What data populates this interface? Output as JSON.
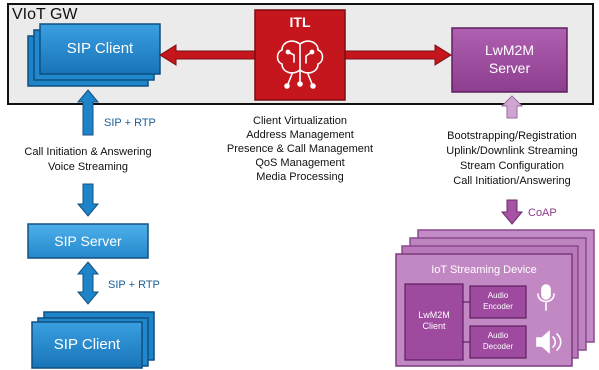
{
  "gateway": {
    "title": "VIoT GW"
  },
  "left_top": {
    "sip_client_label": "SIP Client"
  },
  "itl": {
    "label": "ITL"
  },
  "server": {
    "label_line1": "LwM2M",
    "label_line2": "Server"
  },
  "left_middle": {
    "protocol_label_top": "SIP + RTP",
    "functions": [
      "Call Initiation & Answering",
      "Voice Streaming"
    ]
  },
  "itl_functions": [
    "Client Virtualization",
    "Address Management",
    "Presence & Call Management",
    "QoS Management",
    "Media Processing"
  ],
  "server_functions": [
    "Bootstrapping/Registration",
    "Uplink/Downlink Streaming",
    "Stream Configuration",
    "Call Initiation/Answering"
  ],
  "coap_label": "CoAP",
  "left_bottom": {
    "sip_server_label": "SIP Server",
    "protocol_label_bottom": "SIP + RTP",
    "sip_client_label": "SIP Client"
  },
  "device": {
    "title": "IoT Streaming Device",
    "lwm2m_client_line1": "LwM2M",
    "lwm2m_client_line2": "Client",
    "encoder_line1": "Audio",
    "encoder_line2": "Encoder",
    "decoder_line1": "Audio",
    "decoder_line2": "Decoder"
  },
  "icons": [
    "brain-icon",
    "microphone-icon",
    "speaker-icon"
  ],
  "colors": {
    "blue": "#1E84C9",
    "blue_dark": "#15507E",
    "purple": "#9E4A9E",
    "purple_dark": "#6E2A6E",
    "purple_light": "#CFA6D2",
    "red": "#C4161C",
    "gateway_bg": "#EBEBEB"
  }
}
